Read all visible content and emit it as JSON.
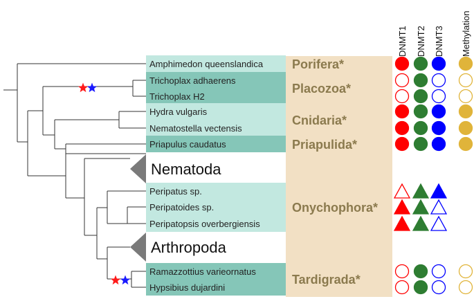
{
  "columns": [
    "DNMT1",
    "DNMT2",
    "DNMT3",
    "Methylation"
  ],
  "colors": {
    "dnmt1": "#ff0000",
    "dnmt2": "#2e7d32",
    "dnmt3": "#0000ff",
    "methylation": "#e0b43a",
    "row_light": "#c2e8e0",
    "row_dark": "#85c6b8",
    "phylum_band": "#f2e0c4",
    "phylum_text": "#8b7a4e",
    "collapsed_clade": "#7a7a7a",
    "star_red": "#ff1a1a",
    "star_blue": "#1a1aff"
  },
  "taxa": [
    {
      "name": "Amphimedon queenslandica",
      "shade": "light",
      "dnmt1": "circle-filled",
      "dnmt2": "circle-filled",
      "dnmt3": "circle-filled",
      "methylation": "circle-filled"
    },
    {
      "name": "Trichoplax adhaerens",
      "shade": "dark",
      "dnmt1": "circle-open",
      "dnmt2": "circle-filled",
      "dnmt3": "circle-open",
      "methylation": "circle-open"
    },
    {
      "name": "Trichoplax H2",
      "shade": "dark",
      "dnmt1": "circle-open",
      "dnmt2": "circle-filled",
      "dnmt3": "circle-open",
      "methylation": "circle-open"
    },
    {
      "name": "Hydra vulgaris",
      "shade": "light",
      "dnmt1": "circle-filled",
      "dnmt2": "circle-filled",
      "dnmt3": "circle-filled",
      "methylation": "circle-filled"
    },
    {
      "name": "Nematostella vectensis",
      "shade": "light",
      "dnmt1": "circle-filled",
      "dnmt2": "circle-filled",
      "dnmt3": "circle-filled",
      "methylation": "circle-filled"
    },
    {
      "name": "Priapulus caudatus",
      "shade": "dark",
      "dnmt1": "circle-filled",
      "dnmt2": "circle-filled",
      "dnmt3": "circle-filled",
      "methylation": "circle-filled"
    },
    {
      "name": "Nematoda",
      "collapsed": true
    },
    {
      "name": "Peripatus sp.",
      "shade": "light",
      "dnmt1": "triangle-open",
      "dnmt2": "triangle-filled",
      "dnmt3": "triangle-filled",
      "methylation": ""
    },
    {
      "name": "Peripatoides sp.",
      "shade": "light",
      "dnmt1": "triangle-filled",
      "dnmt2": "triangle-filled",
      "dnmt3": "triangle-open",
      "methylation": ""
    },
    {
      "name": "Peripatopsis overbergiensis",
      "shade": "light",
      "dnmt1": "triangle-filled",
      "dnmt2": "triangle-filled",
      "dnmt3": "triangle-open",
      "methylation": ""
    },
    {
      "name": "Arthropoda",
      "collapsed": true
    },
    {
      "name": "Ramazzottius varieornatus",
      "shade": "dark",
      "dnmt1": "circle-open",
      "dnmt2": "circle-filled",
      "dnmt3": "circle-open",
      "methylation": "circle-open"
    },
    {
      "name": "Hypsibius dujardini",
      "shade": "dark",
      "dnmt1": "circle-open",
      "dnmt2": "circle-filled",
      "dnmt3": "circle-open",
      "methylation": "circle-open"
    }
  ],
  "phyla": [
    {
      "name": "Porifera*"
    },
    {
      "name": "Placozoa*"
    },
    {
      "name": "Cnidaria*"
    },
    {
      "name": "Priapulida*"
    },
    {
      "name": "Onychophora*"
    },
    {
      "name": "Tardigrada*"
    }
  ]
}
